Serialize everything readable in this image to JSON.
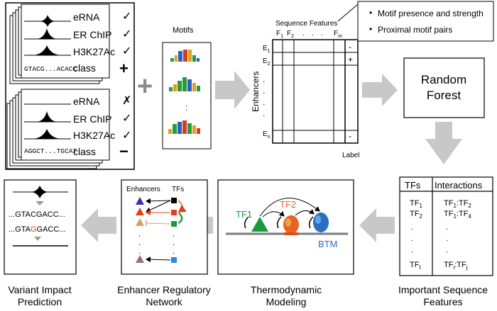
{
  "input_panel": {
    "positive": {
      "tracks": [
        "eRNA",
        "ER ChIP",
        "H3K27Ac"
      ],
      "marks": [
        "✓",
        "✓",
        "✓"
      ],
      "sequence": "GTACG...ACACC",
      "class_label": "class",
      "class_sign": "+"
    },
    "negative": {
      "tracks": [
        "eRNA",
        "ER ChIP",
        "H3K27Ac"
      ],
      "marks": [
        "✗",
        "✓",
        "✓"
      ],
      "sequence": "AGGCT...TGCAT",
      "class_label": "class",
      "class_sign": "−"
    }
  },
  "plus_sign": "+",
  "motifs": {
    "title": "Motifs",
    "ellipsis": "."
  },
  "feature_matrix": {
    "title": "Sequence Features",
    "columns": [
      "F",
      "F",
      ".",
      ".",
      ".",
      "F"
    ],
    "column_subs": [
      "1",
      "2",
      "",
      "",
      "",
      "m"
    ],
    "row_axis_label": "Enhancers",
    "rows": [
      "E",
      "E",
      "E"
    ],
    "row_subs": [
      "1",
      "2",
      "n"
    ],
    "label_values": [
      "-",
      "+",
      "-"
    ],
    "label_caption": "Label",
    "callout": [
      "Motif presence and strength",
      "Proximal motif pairs"
    ],
    "callout_bullet": "•"
  },
  "random_forest": {
    "label_line1": "Random",
    "label_line2": "Forest"
  },
  "important_features": {
    "tfs_header": "TFs",
    "interactions_header": "Interactions",
    "tfs": [
      {
        "base": "TF",
        "sub": "1"
      },
      {
        "base": "TF",
        "sub": "2"
      },
      {
        "base": "TF",
        "sub": "t"
      }
    ],
    "interactions": [
      {
        "a": "TF",
        "a_sub": "1",
        "sep": ":",
        "b": "TF",
        "b_sub": "2"
      },
      {
        "a": "TF",
        "a_sub": "1",
        "sep": ":",
        "b": "TF",
        "b_sub": "4"
      },
      {
        "a": "TF",
        "a_sub": "i",
        "sep": ":",
        "b": "TF",
        "b_sub": "j"
      }
    ],
    "dot": "."
  },
  "thermo": {
    "tf1": "TF1",
    "tf2": "TF2",
    "btm": "BTM"
  },
  "network": {
    "enhancers_header": "Enhancers",
    "tfs_header": "TFs"
  },
  "variant": {
    "seq_ref": "...GTACGACC...",
    "seq_alt_pre": "...GTA",
    "seq_alt_var": "G",
    "seq_alt_post": "GACC..."
  },
  "bottom_labels": {
    "variant": [
      "Variant Impact",
      "Prediction"
    ],
    "network": [
      "Enhancer Regulatory",
      "Network"
    ],
    "thermo": [
      "Thermodynamic",
      "Modeling"
    ],
    "features": [
      "Important Sequence",
      "Features"
    ]
  },
  "colors": {
    "arrow_gray": "#c8c8c8",
    "tf1_green": "#1a9a3a",
    "tf2_orange": "#e8622a",
    "btm_blue": "#2a6fc0",
    "variant_red": "#e04020",
    "net_purple": "#4a2ca0",
    "net_orange": "#d9a060",
    "net_mauve": "#9a6a8a",
    "net_blue": "#2a8ad0"
  }
}
